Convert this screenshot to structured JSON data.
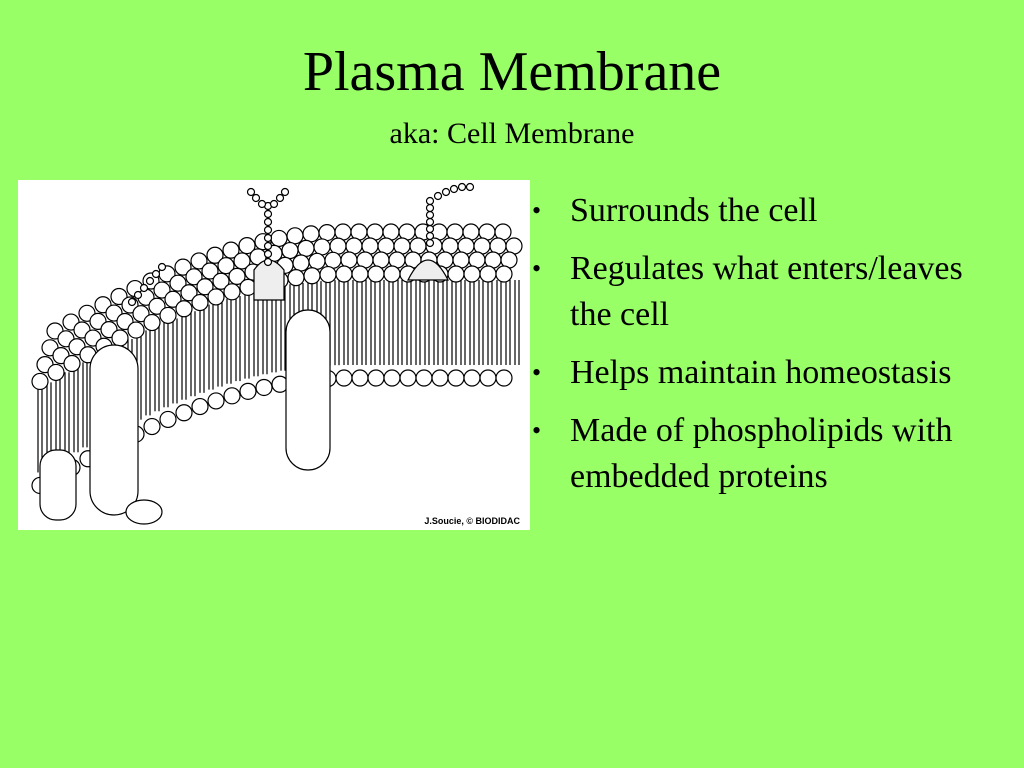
{
  "slide": {
    "title": "Plasma Membrane",
    "subtitle": "aka: Cell Membrane",
    "background_color": "#99ff66",
    "figure": {
      "credit": "J.Soucie, © BIODIDAC",
      "content": "phospholipid bilayer diagram with embedded proteins"
    },
    "bullets": [
      {
        "text": "Surrounds the cell"
      },
      {
        "text": "Regulates what enters/leaves the cell"
      },
      {
        "text": "Helps maintain homeostasis"
      },
      {
        "text": "Made of phospholipids with embedded proteins"
      }
    ],
    "bullet_glyph": "•"
  }
}
